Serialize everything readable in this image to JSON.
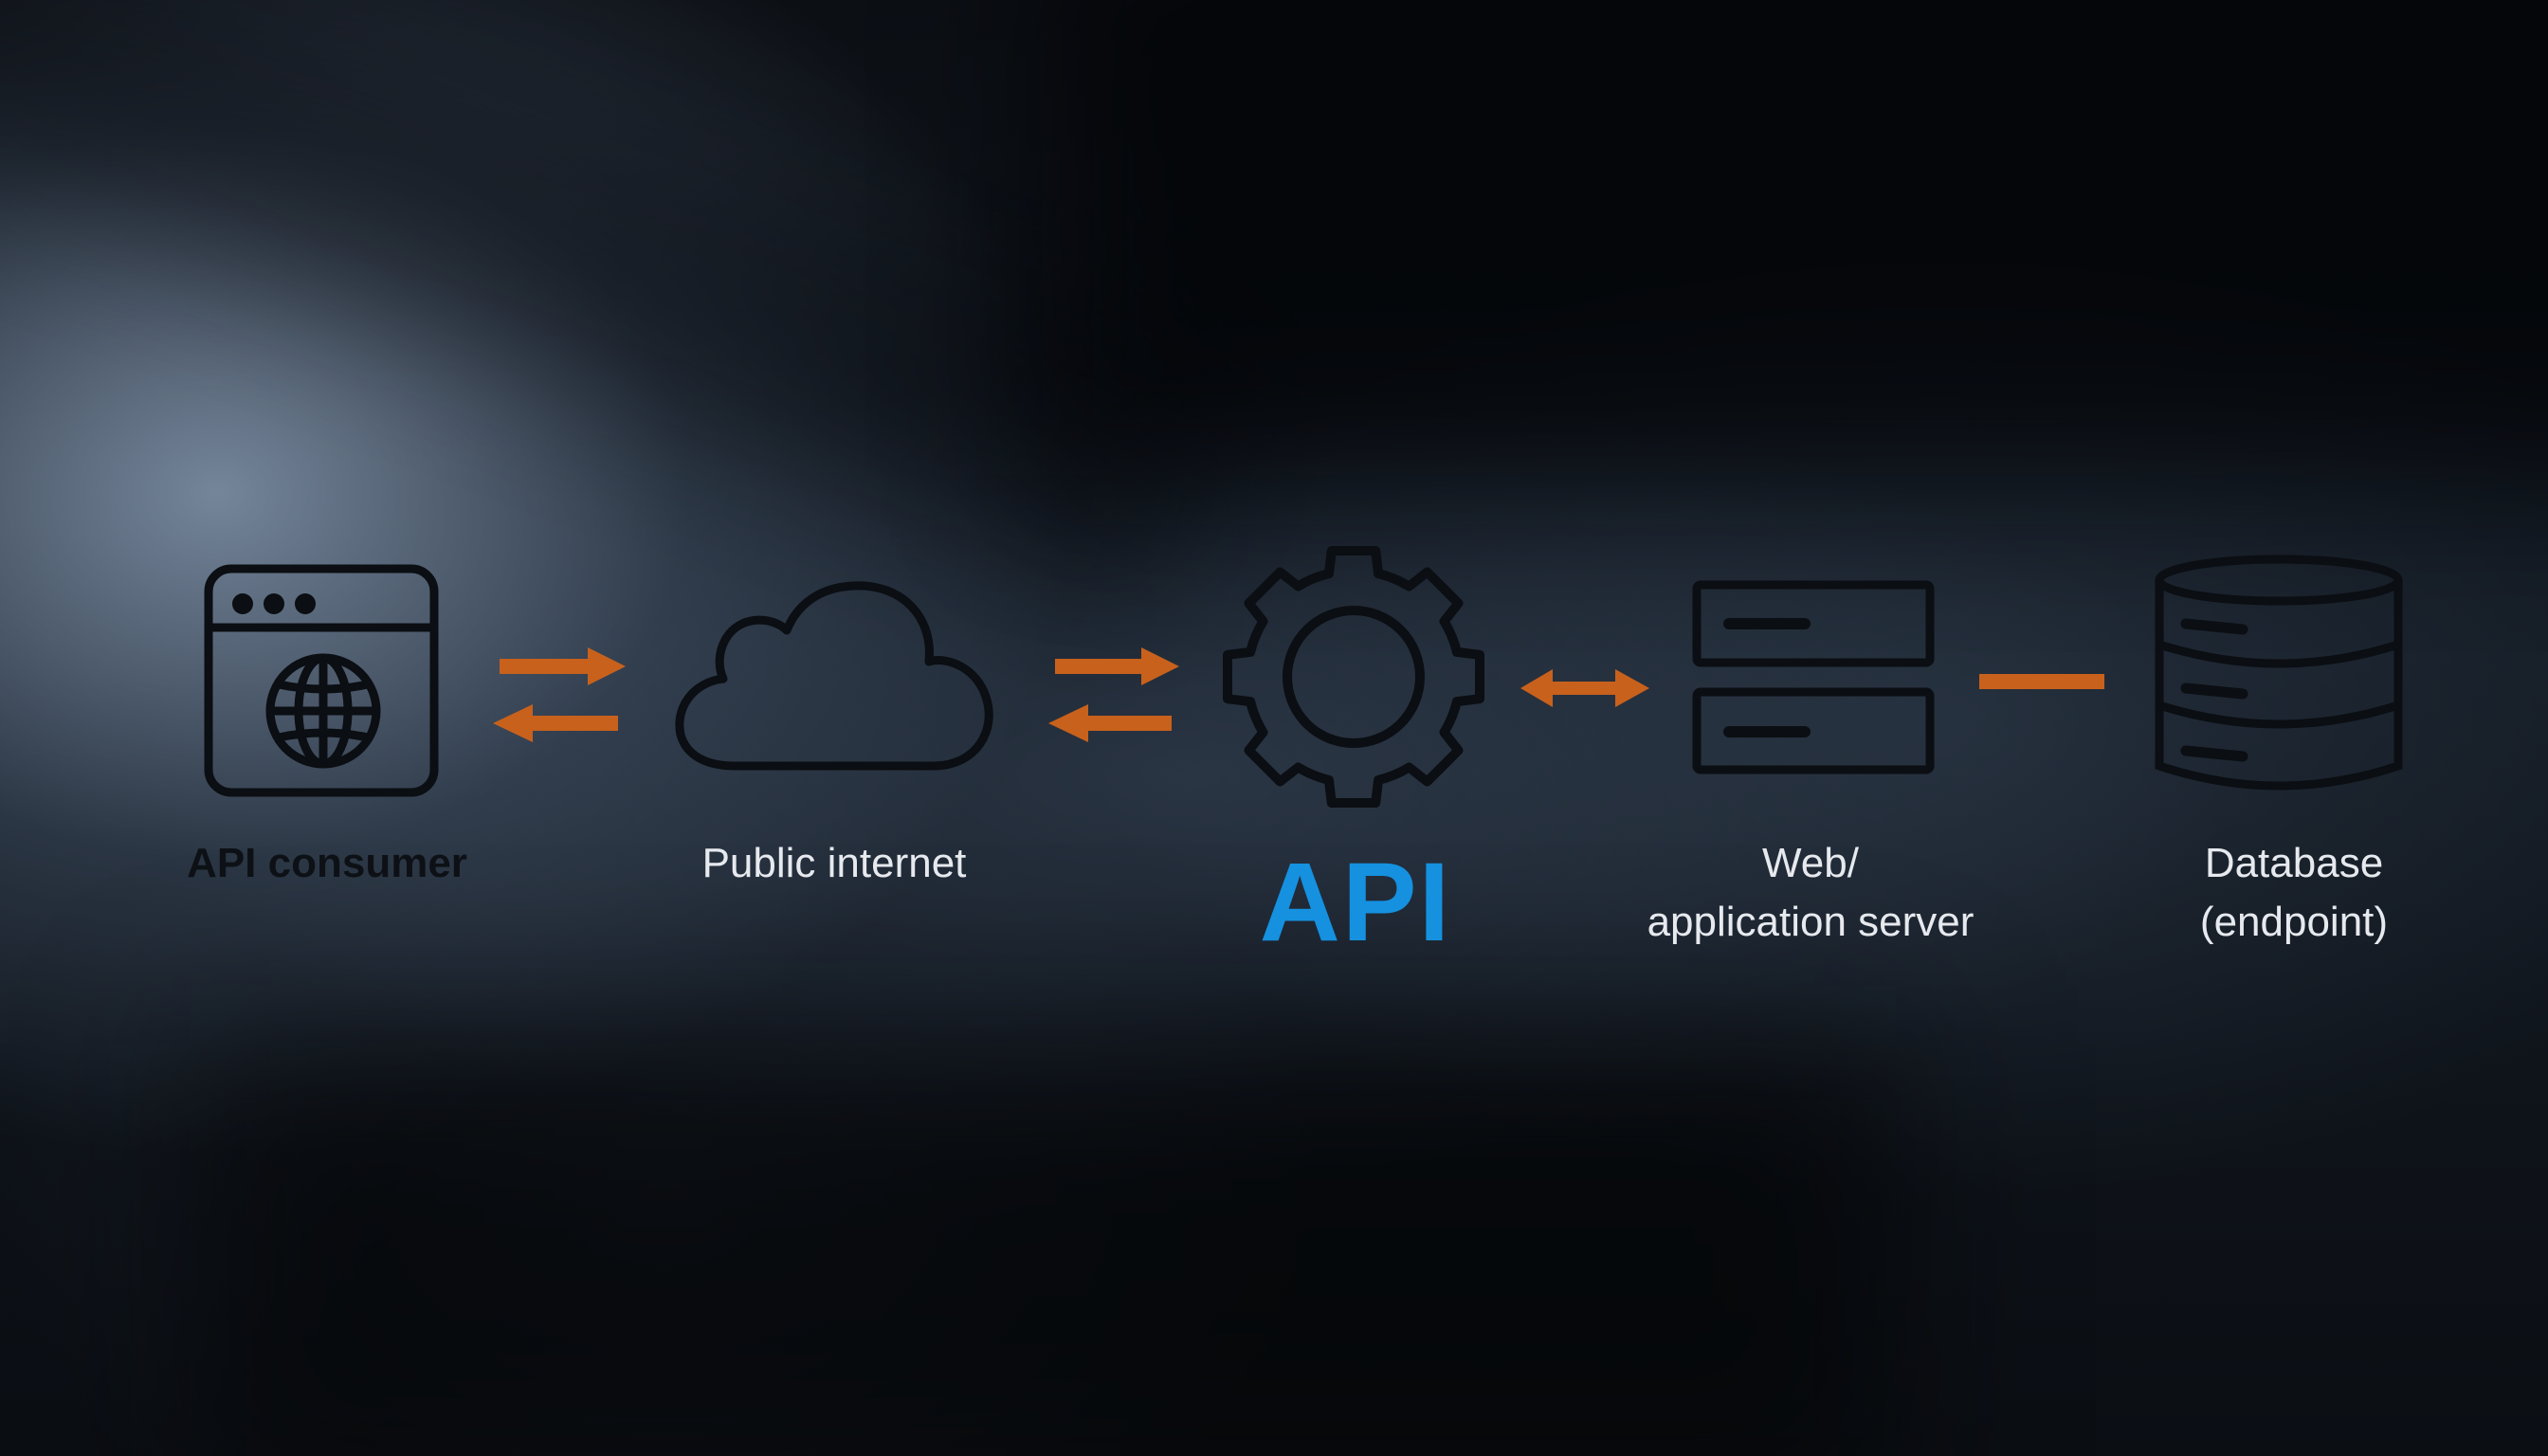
{
  "nodes": [
    {
      "id": "consumer",
      "icon": "browser-globe-icon",
      "label": "API consumer"
    },
    {
      "id": "internet",
      "icon": "cloud-icon",
      "label": "Public internet"
    },
    {
      "id": "api",
      "icon": "gear-icon",
      "label": "API"
    },
    {
      "id": "server",
      "icon": "server-icon",
      "label": "Web/\napplication server"
    },
    {
      "id": "database",
      "icon": "database-icon",
      "label": "Database\n(endpoint)"
    }
  ],
  "connectors": [
    {
      "from": "consumer",
      "to": "internet",
      "type": "two-way-arrows"
    },
    {
      "from": "internet",
      "to": "api",
      "type": "two-way-arrows"
    },
    {
      "from": "api",
      "to": "server",
      "type": "double-headed-arrow"
    },
    {
      "from": "server",
      "to": "database",
      "type": "line"
    }
  ],
  "colors": {
    "icon_stroke": "#0b0e12",
    "arrow": "#c8611c",
    "api_text": "#1591e0",
    "label_light": "#e6e9ee",
    "label_dark": "#0d1116"
  }
}
